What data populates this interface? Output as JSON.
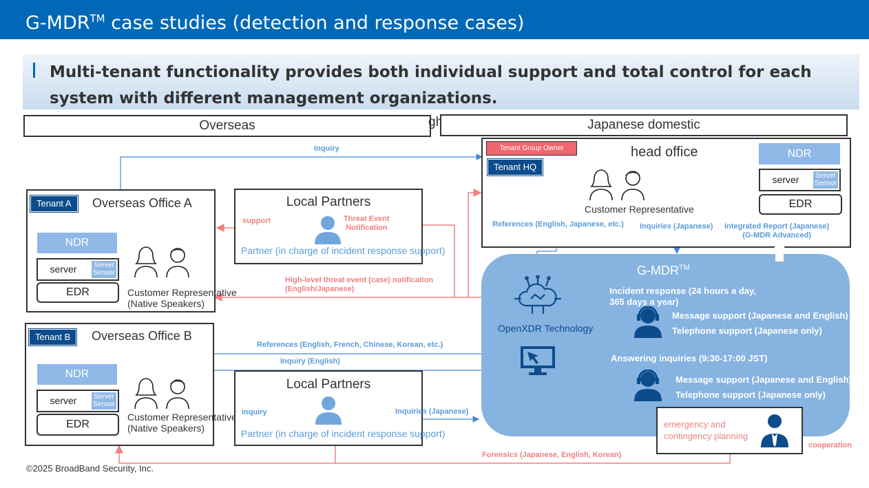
{
  "header": {
    "title": "G-MDR",
    "title_sup": "TM",
    "title_rest": " case studies (detection and response cases)"
  },
  "banner": {
    "text": "Multi-tenant functionality provides both individual support and total control for each system with different management organizations."
  },
  "columns": {
    "overseas": "Overseas",
    "overseas_ghost": "gh",
    "domestic": "Japanese domestic"
  },
  "tenant_a": {
    "badge": "Tenant A",
    "title": "Overseas Office A",
    "ndr": "NDR",
    "server": "server",
    "server_tag": "Server Sensor",
    "edr": "EDR",
    "rep": "Customer Representative\n(Native Speakers)"
  },
  "tenant_b": {
    "badge": "Tenant B",
    "title": "Overseas Office B",
    "ndr": "NDR",
    "server": "server",
    "server_tag": "Server Sensor",
    "edr": "EDR",
    "rep": "Customer Representative\n(Native Speakers)"
  },
  "partner_top": {
    "title": "Local Partners",
    "desc": "Partner (in charge of incident response support)"
  },
  "partner_bottom": {
    "title": "Local Partners",
    "desc": "Partner (in charge of incident response support)"
  },
  "hq": {
    "owner_badge": "Tenant Group Owner",
    "badge": "Tenant HQ",
    "title": "head office",
    "rep": "Customer Representative",
    "ndr": "NDR",
    "server": "server",
    "server_tag": "Server Sensor",
    "edr": "EDR"
  },
  "mdr": {
    "title": "G-MDR",
    "title_sup": "TM",
    "tech": "OpenXDR Technology",
    "incident": "Incident response (24 hours a day,\n365 days a year)",
    "msg1": "Message support (Japanese and English)",
    "tel1": "Telephone support (Japanese only)",
    "answering": "Answering inquiries (9:30-17:00 JST)",
    "msg2": "Message support (Japanese and English)",
    "tel2": "Telephone support (Japanese only)",
    "ecp": "emergency and\ncontingency planning"
  },
  "labels": {
    "inquiry_top": "inquiry",
    "support": "support",
    "threat_event": "Threat Event\nNotification",
    "high_level": "High-level threat event (case) notification\n(English/Japanese)",
    "refs_hq": "References (English, Japanese, etc.)",
    "inquiries_jp_hq": "Inquiries (Japanese)",
    "integrated": "Integrated Report (Japanese)\n(G-MDR Advanced)",
    "refs_b": "References (English, French, Chinese, Korean, etc.)",
    "inquiry_en": "Inquiry (English)",
    "inquiry_local": "inquiry",
    "inquiries_jp_local": "Inquiries (Japanese)",
    "forensics": "Forensics (Japanese, English, Korean)",
    "cooperation": "cooperation"
  },
  "footer": {
    "copyright": "©2025 BroadBand Security, Inc."
  },
  "colors": {
    "brand": "#0068b7",
    "tenant": "#0d4c8c",
    "light_blue": "#8fb8e6",
    "mdr_bg": "#86b3e0",
    "pink": "#f08080",
    "arrow_blue": "#4a86d6",
    "navy_icon": "#0d4c8c"
  }
}
